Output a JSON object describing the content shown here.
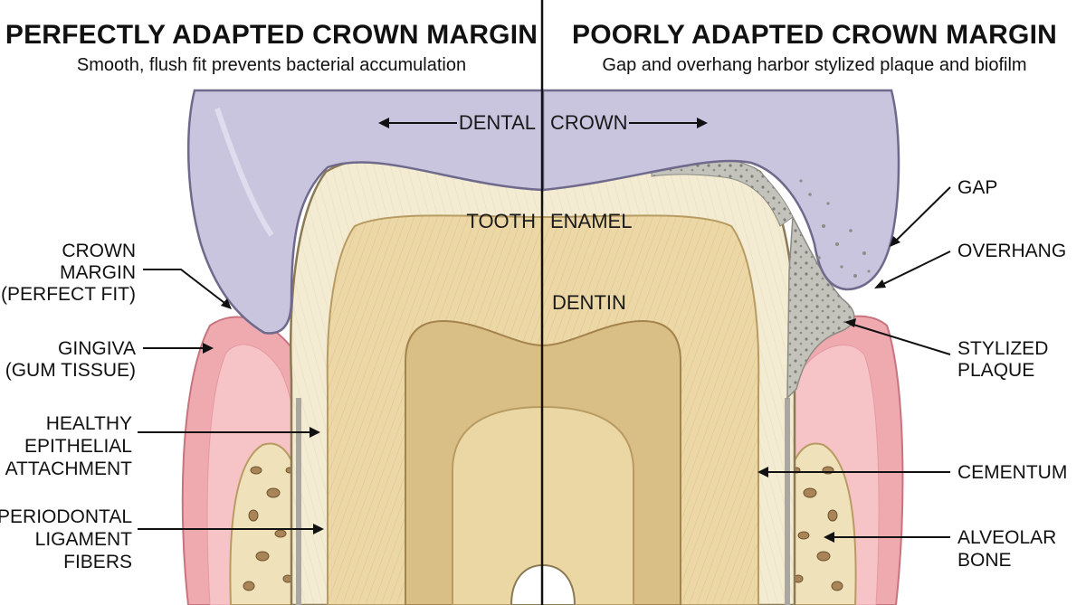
{
  "left_panel": {
    "title": "PERFECTLY ADAPTED CROWN MARGIN",
    "subtitle": "Smooth, flush fit prevents bacterial accumulation",
    "labels": {
      "crown_margin": [
        "CROWN",
        "MARGIN",
        "(PERFECT FIT)"
      ],
      "gingiva": [
        "GINGIVA",
        "(GUM TISSUE)"
      ],
      "epithelial": [
        "HEALTHY",
        "EPITHELIAL",
        "ATTACHMENT"
      ],
      "ligament": [
        "PERIODONTAL",
        "LIGAMENT",
        "FIBERS"
      ]
    }
  },
  "right_panel": {
    "title": "POORLY ADAPTED CROWN MARGIN",
    "subtitle": "Gap and overhang harbor stylized plaque and biofilm",
    "labels": {
      "gap": [
        "GAP"
      ],
      "overhang": [
        "OVERHANG"
      ],
      "plaque": [
        "STYLIZED",
        "PLAQUE"
      ],
      "cementum": [
        "CEMENTUM"
      ],
      "alveolar_bone": [
        "ALVEOLAR",
        "BONE"
      ]
    }
  },
  "inner_labels": {
    "crown_left": "DENTAL",
    "crown_right": "CROWN",
    "enamel_left": "TOOTH",
    "enamel_right": "ENAMEL",
    "dentin": "DENTIN"
  },
  "colors": {
    "crown": "#c9c5df",
    "enamel": "#f3ecd2",
    "dentin": "#ecd8a6",
    "pulp": "#d9bf86",
    "gingiva": "#efaab0",
    "bone": "#efe1b9",
    "plaque": "#b9b8b0",
    "divider": "#111111"
  }
}
